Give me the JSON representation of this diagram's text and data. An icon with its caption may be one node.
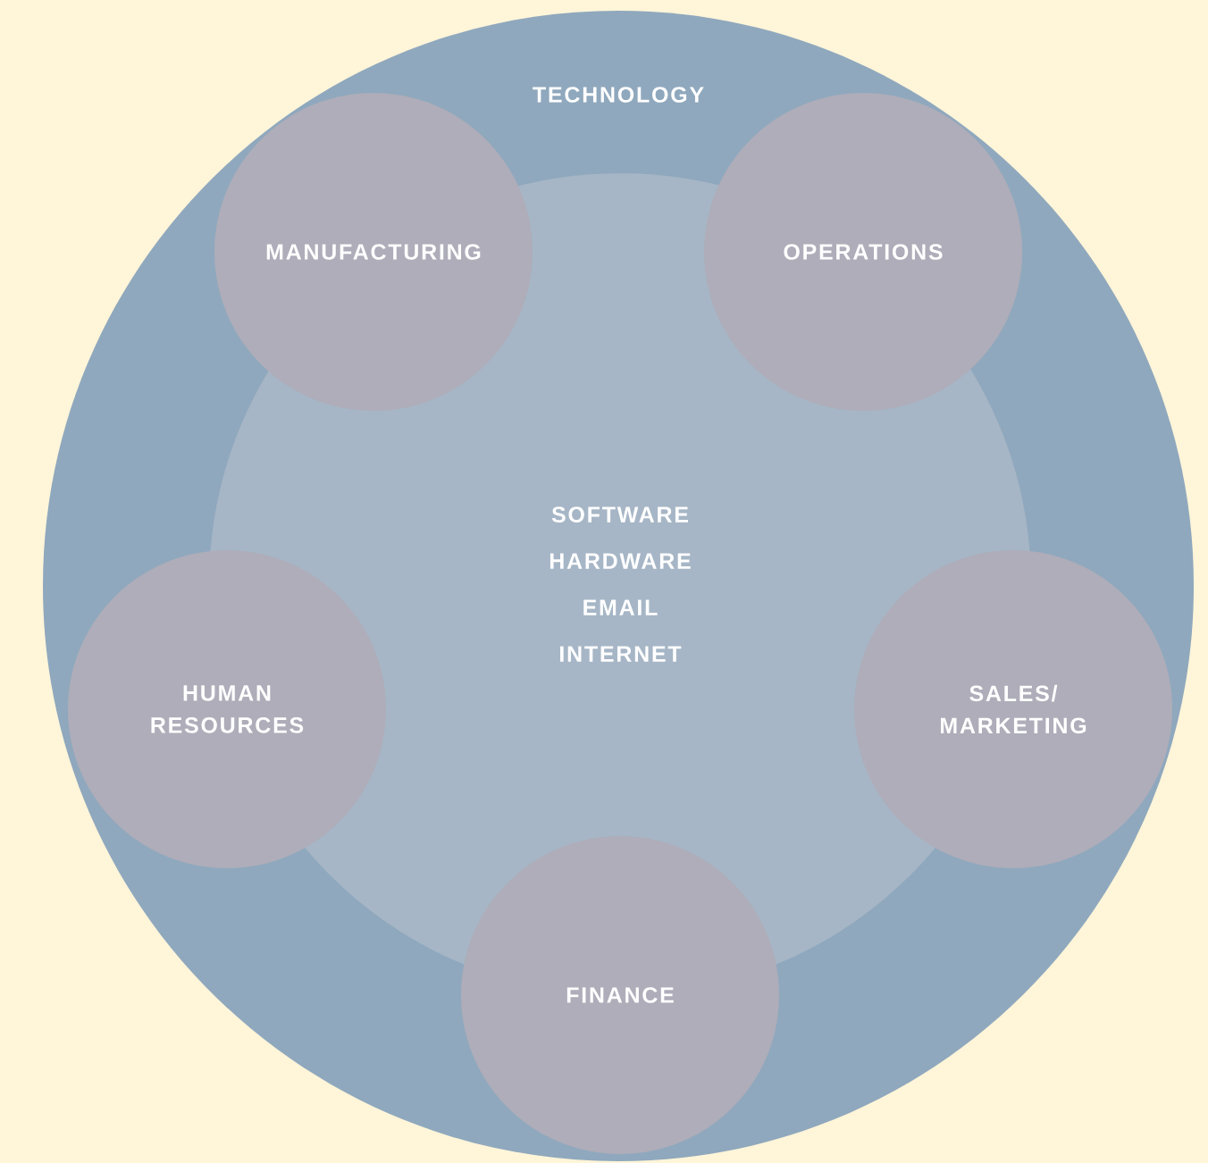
{
  "diagram": {
    "nodes": [
      {
        "text": [
          "TECHNOLOGY"
        ]
      },
      {
        "text": [
          "SOFTWARE",
          "HARDWARE",
          "EMAIL",
          "INTERNET"
        ],
        "in": 0
      },
      {
        "text": [
          "MANUFACTURING"
        ],
        "in": 0
      },
      {
        "text": [
          "OPERATIONS"
        ],
        "in": 0
      },
      {
        "text": [
          "HUMAN RESOURCES"
        ],
        "in": 0
      },
      {
        "text": [
          "SALES/ MARKETING"
        ],
        "in": 0
      },
      {
        "text": [
          "FINANCE"
        ],
        "in": 0
      }
    ]
  }
}
